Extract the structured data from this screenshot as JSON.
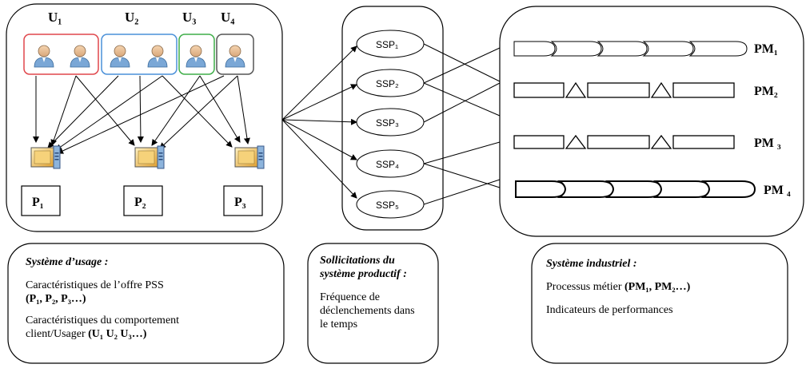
{
  "users": [
    "U₁",
    "U₂",
    "U₃",
    "U₄"
  ],
  "products": [
    "P₁",
    "P₂",
    "P₃"
  ],
  "ssp": [
    "SSP₁",
    "SSP₂",
    "SSP₃",
    "SSP₄",
    "SSP₅"
  ],
  "processes": [
    "PM₁",
    "PM₂",
    "PM ₃",
    "PM ₄"
  ],
  "panel_usage": {
    "title": "Système d’usage :",
    "line1": "Caractéristiques  de l’offre PSS",
    "line1b": "(P₁, P₂, P₃…)",
    "line2": "Caractéristiques  du comportement",
    "line2b_prefix": "client/Usager  ",
    "line2b_bold": "(U₁ U₂ U₃…)"
  },
  "panel_solicitations": {
    "title1": "Sollicitations du",
    "title2": "système productif :",
    "line1": "Fréquence de",
    "line2": "déclenchements  dans",
    "line3": "le temps"
  },
  "panel_industrial": {
    "title": "Système industriel :",
    "line1_prefix": "Processus métier  ",
    "line1_bold": "(PM₁, PM₂…)",
    "line2": "Indicateurs de performances"
  },
  "colors": {
    "user_group_1": "#e0474c",
    "user_group_2": "#4a90d9",
    "user_group_3": "#3fae49",
    "user_group_4": "#555555",
    "person": "#6f9bc8",
    "server": "#e8b84a"
  }
}
